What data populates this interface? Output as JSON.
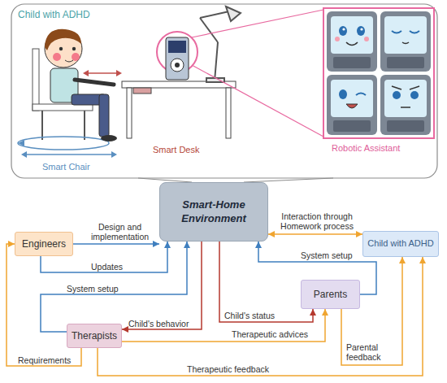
{
  "diagram": {
    "nodes": [
      {
        "text": [
          "Engineers"
        ]
      },
      {
        "text": [
          "Smart-Home Environment"
        ]
      },
      {
        "text": [
          "Child with ADHD"
        ]
      },
      {
        "text": [
          "Parents"
        ]
      },
      {
        "text": [
          "Therapists"
        ]
      }
    ],
    "edges": [
      {
        "from": 0,
        "to": 1,
        "label": "Design and implementation",
        "arrow": "to"
      },
      {
        "from": 0,
        "to": 1,
        "label": "Updates",
        "arrow": "to"
      },
      {
        "from": 1,
        "to": 2,
        "label": "Interaction through Homework process",
        "arrow": "both"
      },
      {
        "from": 3,
        "to": 1,
        "label": "System setup",
        "arrow": "to"
      },
      {
        "from": 4,
        "to": 1,
        "label": "System setup",
        "arrow": "to"
      },
      {
        "from": 1,
        "to": 4,
        "label": "Child's behavior",
        "arrow": "to"
      },
      {
        "from": 1,
        "to": 3,
        "label": "Child's status",
        "arrow": "to"
      },
      {
        "from": 3,
        "to": 2,
        "label": "Parental feedback",
        "arrow": "to"
      },
      {
        "from": 4,
        "to": 3,
        "label": "Therapeutic advices",
        "arrow": "to"
      },
      {
        "from": 4,
        "to": 2,
        "label": "Therapeutic feedback",
        "arrow": "to"
      },
      {
        "from": 4,
        "to": 0,
        "label": "Requirements",
        "arrow": "to"
      }
    ],
    "labels": [
      "Child with ADHD",
      "Smart Chair",
      "Smart Desk",
      "Robotic Assistant"
    ]
  }
}
